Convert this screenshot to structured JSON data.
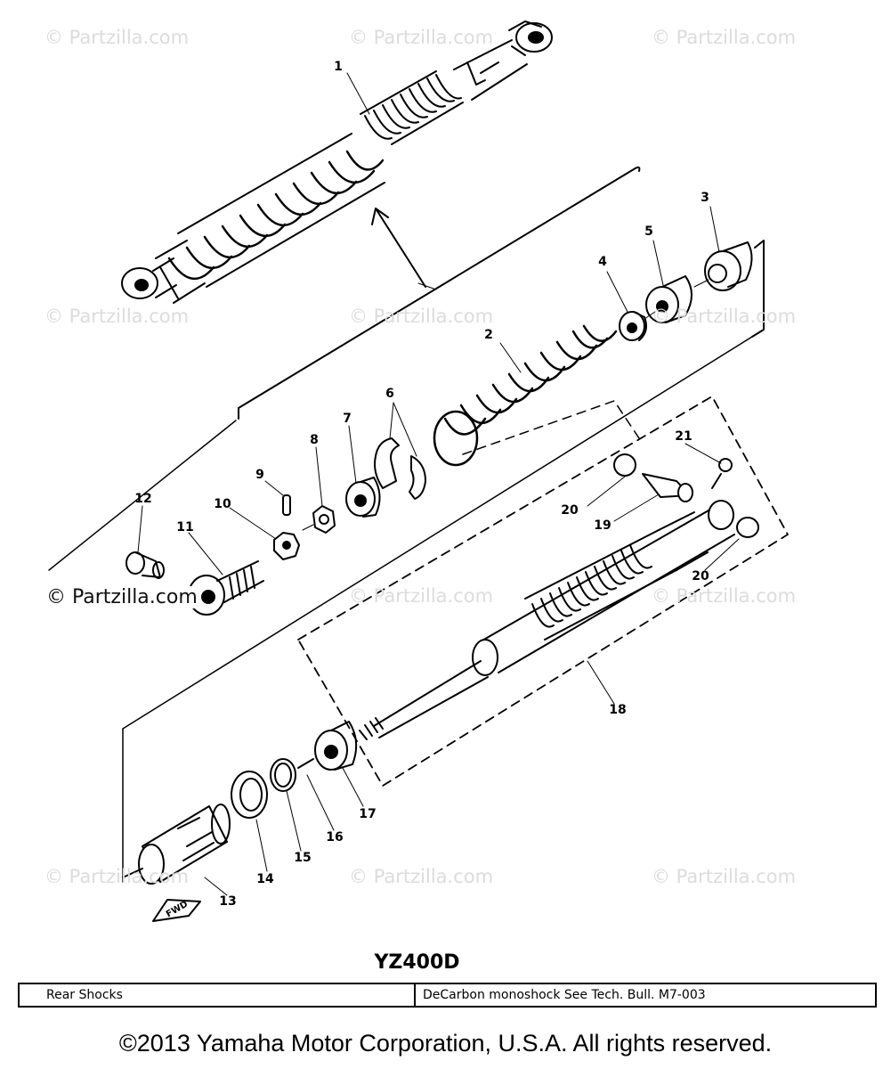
{
  "watermarks": [
    "© Partzilla.com",
    "© Partzilla.com",
    "© Partzilla.com",
    "© Partzilla.com",
    "© Partzilla.com",
    "© Partzilla.com",
    "© Partzilla.com",
    "© Partzilla.com",
    "© Partzilla.com",
    "© Partzilla.com",
    "© Partzilla.com"
  ],
  "watermark_dark": "© Partzilla.com",
  "callouts": [
    "1",
    "2",
    "3",
    "4",
    "5",
    "6",
    "7",
    "8",
    "9",
    "10",
    "11",
    "12",
    "13",
    "14",
    "15",
    "16",
    "17",
    "18",
    "19",
    "20",
    "20",
    "21"
  ],
  "fwd_label": "FWD",
  "model_code": "YZ400D",
  "table": {
    "section": "Rear Shocks",
    "note": "DeCarbon monoshock See Tech. Bull. M7-003"
  },
  "copyright": "©2013 Yamaha Motor Corporation, U.S.A. All rights reserved."
}
